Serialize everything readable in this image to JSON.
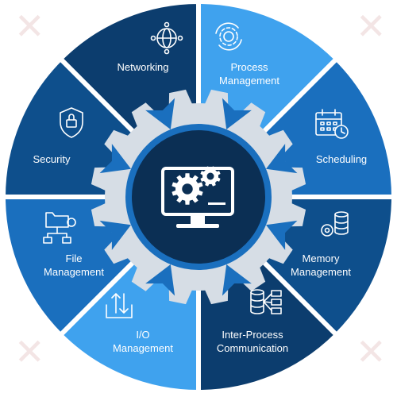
{
  "center": {
    "icon": "monitor-gears-icon"
  },
  "segments": [
    {
      "id": "networking",
      "label": "Networking",
      "icon": "globe-network-icon",
      "color": "#0c3d6e"
    },
    {
      "id": "process-management",
      "label": "Process\nManagement",
      "icon": "gear-cycle-icon",
      "color": "#3fa2ee"
    },
    {
      "id": "scheduling",
      "label": "Scheduling",
      "icon": "calendar-clock-icon",
      "color": "#1a6fbe"
    },
    {
      "id": "memory-management",
      "label": "Memory\nManagement",
      "icon": "database-gear-icon",
      "color": "#0e4f8c"
    },
    {
      "id": "inter-process-communication",
      "label": "Inter-Process\nCommunication",
      "icon": "database-flow-icon",
      "color": "#0c3d6e"
    },
    {
      "id": "io-management",
      "label": "I/O\nManagement",
      "icon": "io-arrows-icon",
      "color": "#3fa2ee"
    },
    {
      "id": "file-management",
      "label": "File\nManagement",
      "icon": "folder-tree-icon",
      "color": "#1a6fbe"
    },
    {
      "id": "security",
      "label": "Security",
      "icon": "shield-lock-icon",
      "color": "#0e4f8c"
    }
  ],
  "colors": {
    "gear": "#d6dde5",
    "hub": "#0b2f54",
    "hub_ring": "#1a6fbe",
    "divider": "#ffffff"
  }
}
